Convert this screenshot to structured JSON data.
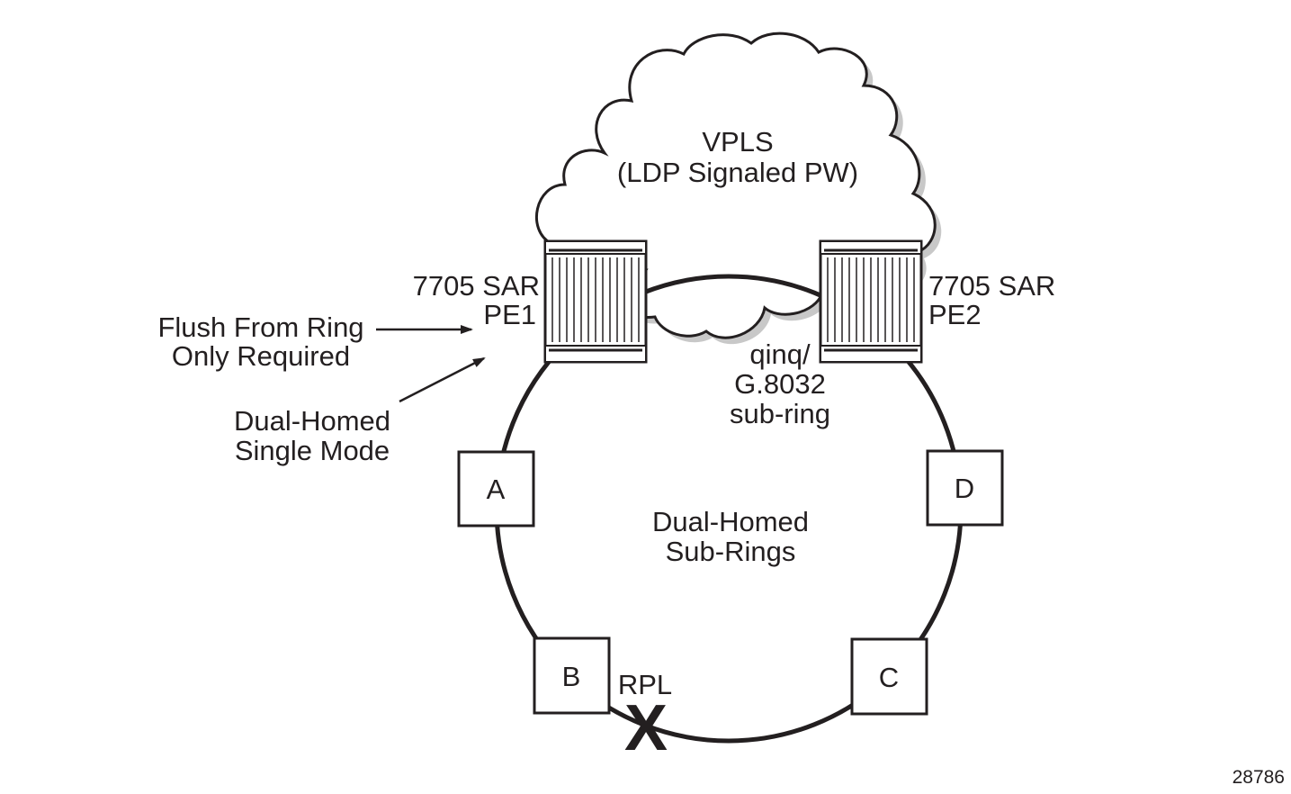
{
  "cloud": {
    "line1": "VPLS",
    "line2": "(LDP Signaled PW)"
  },
  "pe1": {
    "line1": "7705 SAR",
    "line2": "PE1"
  },
  "pe2": {
    "line1": "7705 SAR",
    "line2": "PE2"
  },
  "annotations": {
    "flush": {
      "line1": "Flush From Ring",
      "line2": "Only Required"
    },
    "dual_homed_mode": {
      "line1": "Dual-Homed",
      "line2": "Single Mode"
    },
    "subring_type": {
      "line1": "qinq/",
      "line2": "G.8032",
      "line3": "sub-ring"
    }
  },
  "ring": {
    "line1": "Dual-Homed",
    "line2": "Sub-Rings"
  },
  "nodes": {
    "a": "A",
    "b": "B",
    "c": "C",
    "d": "D"
  },
  "rpl": {
    "label": "RPL",
    "mark": "X",
    "mark_color": "#c1272d"
  },
  "figure_number": "28786",
  "colors": {
    "line": "#231f20",
    "cloud_shadow": "#c8c8c8",
    "router_stripes": "#231f20"
  }
}
